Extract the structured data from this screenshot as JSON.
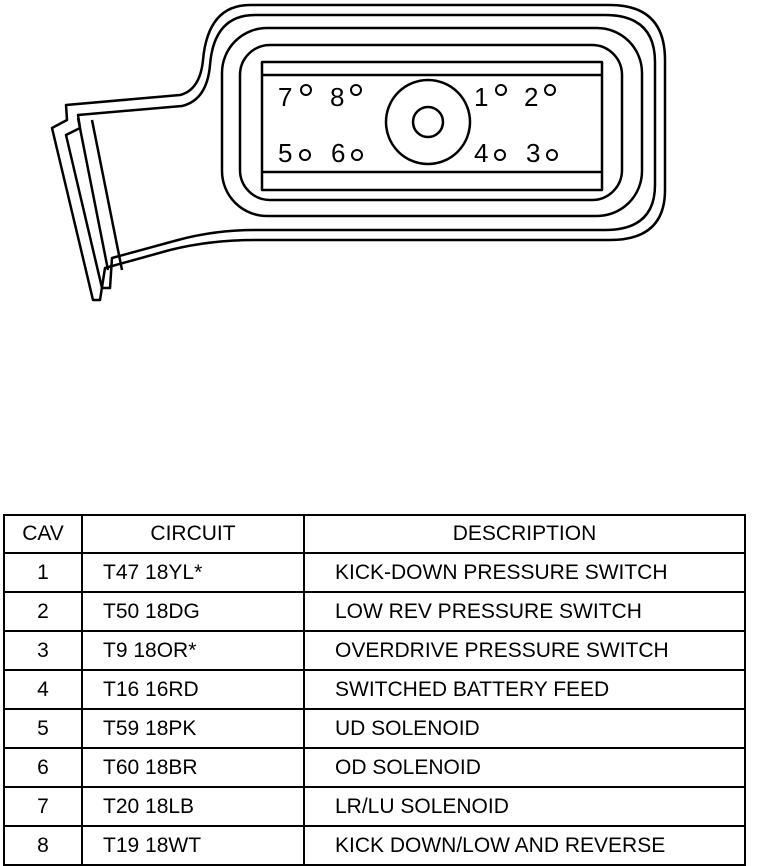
{
  "diagram": {
    "title": "",
    "pins": [
      {
        "label": "7",
        "pos": "top-left-1"
      },
      {
        "label": "8",
        "pos": "top-left-2"
      },
      {
        "label": "1",
        "pos": "top-right-1"
      },
      {
        "label": "2",
        "pos": "top-right-2"
      },
      {
        "label": "5",
        "pos": "bottom-left-1"
      },
      {
        "label": "6",
        "pos": "bottom-left-2"
      },
      {
        "label": "4",
        "pos": "bottom-right-1"
      },
      {
        "label": "3",
        "pos": "bottom-right-2"
      }
    ]
  },
  "table": {
    "headers": {
      "cav": "CAV",
      "circuit": "CIRCUIT",
      "description": "DESCRIPTION"
    },
    "rows": [
      {
        "cav": "1",
        "circuit": "T47 18YL*",
        "description": "KICK-DOWN PRESSURE SWITCH"
      },
      {
        "cav": "2",
        "circuit": "T50 18DG",
        "description": "LOW REV PRESSURE SWITCH"
      },
      {
        "cav": "3",
        "circuit": "T9 18OR*",
        "description": "OVERDRIVE PRESSURE SWITCH"
      },
      {
        "cav": "4",
        "circuit": "T16 16RD",
        "description": "SWITCHED BATTERY FEED"
      },
      {
        "cav": "5",
        "circuit": "T59 18PK",
        "description": "UD SOLENOID"
      },
      {
        "cav": "6",
        "circuit": "T60 18BR",
        "description": "OD SOLENOID"
      },
      {
        "cav": "7",
        "circuit": "T20 18LB",
        "description": "LR/LU SOLENOID"
      },
      {
        "cav": "8",
        "circuit": "T19 18WT",
        "description": "KICK DOWN/LOW AND REVERSE"
      }
    ]
  }
}
